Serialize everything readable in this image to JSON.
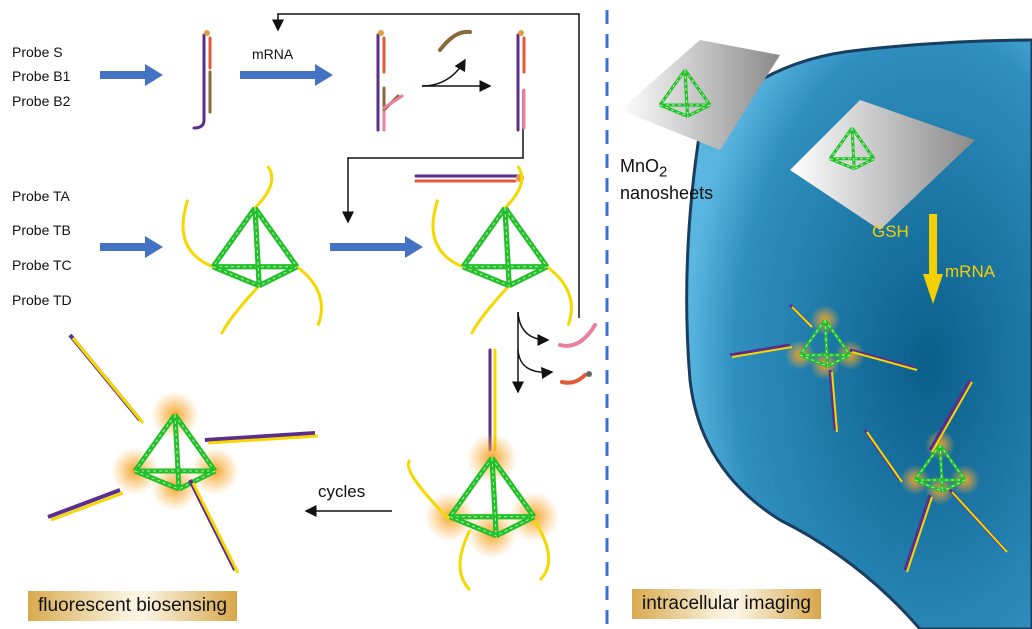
{
  "left_panel": {
    "probes_top": [
      "Probe S",
      "Probe B1",
      "Probe B2"
    ],
    "mrna_label": "mRNA",
    "probes_tetra": [
      "Probe TA",
      "Probe TB",
      "Probe TC",
      "Probe TD"
    ],
    "cycles_label": "cycles",
    "section_label": "fluorescent biosensing"
  },
  "right_panel": {
    "nanosheet_label_main": "MnO",
    "nanosheet_label_sub": "2",
    "nanosheet_label_rest": "nanosheets",
    "gsh_label": "GSH",
    "mrna_label": "mRNA",
    "section_label": "intracellular imaging"
  },
  "colors": {
    "arrow_blue": "#4472c4",
    "tetra_green": "#22c02a",
    "strand_yellow": "#f5d800",
    "strand_purple": "#5b2d8c",
    "cell_blue": "#2e8fbf",
    "divider": "#3b6fd4"
  }
}
